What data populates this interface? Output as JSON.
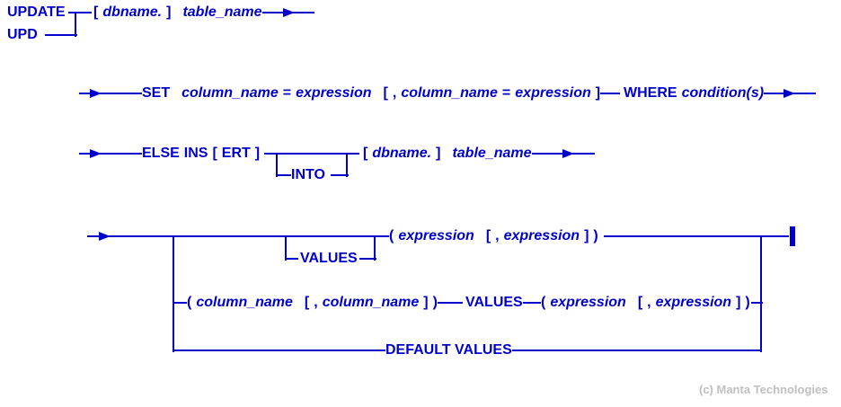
{
  "colors": {
    "accent": "#0000CC",
    "copyright": "#C0C0C0",
    "background": "#FFFFFF"
  },
  "diagram": {
    "row1": {
      "update": "UPDATE",
      "upd": "UPD",
      "open_bracket": "[",
      "dbname": "dbname.",
      "close_bracket": "]",
      "table_name": "table_name"
    },
    "row2": {
      "set": "SET",
      "column_name1": "column_name",
      "eq1": "=",
      "expression1": "expression",
      "open_bracket": "[",
      "comma": ",",
      "column_name2": "column_name",
      "eq2": "=",
      "expression2": "expression",
      "close_bracket": "]",
      "where": "WHERE",
      "conditions": "condition(s)"
    },
    "row3": {
      "else_kw": "ELSE",
      "ins": "INS",
      "open_bracket1": "[",
      "ert": "ERT",
      "close_bracket1": "]",
      "into": "INTO",
      "open_bracket2": "[",
      "dbname": "dbname.",
      "close_bracket2": "]",
      "table_name": "table_name"
    },
    "row4": {
      "values": "VALUES",
      "open_paren": "(",
      "expression1": "expression",
      "open_bracket": "[",
      "comma": ",",
      "expression2": "expression",
      "close_bracket": "]",
      "close_paren": ")"
    },
    "row5": {
      "open_paren1": "(",
      "column_name1": "column_name",
      "open_bracket1": "[",
      "comma1": ",",
      "column_name2": "column_name",
      "close_bracket1": "]",
      "close_paren1": ")",
      "values": "VALUES",
      "open_paren2": "(",
      "expression1": "expression",
      "open_bracket2": "[",
      "comma2": ",",
      "expression2": "expression",
      "close_bracket2": "]",
      "close_paren2": ")"
    },
    "row6": {
      "default_values": "DEFAULT VALUES"
    },
    "footer": {
      "copyright": "(c) Manta Technologies"
    }
  }
}
